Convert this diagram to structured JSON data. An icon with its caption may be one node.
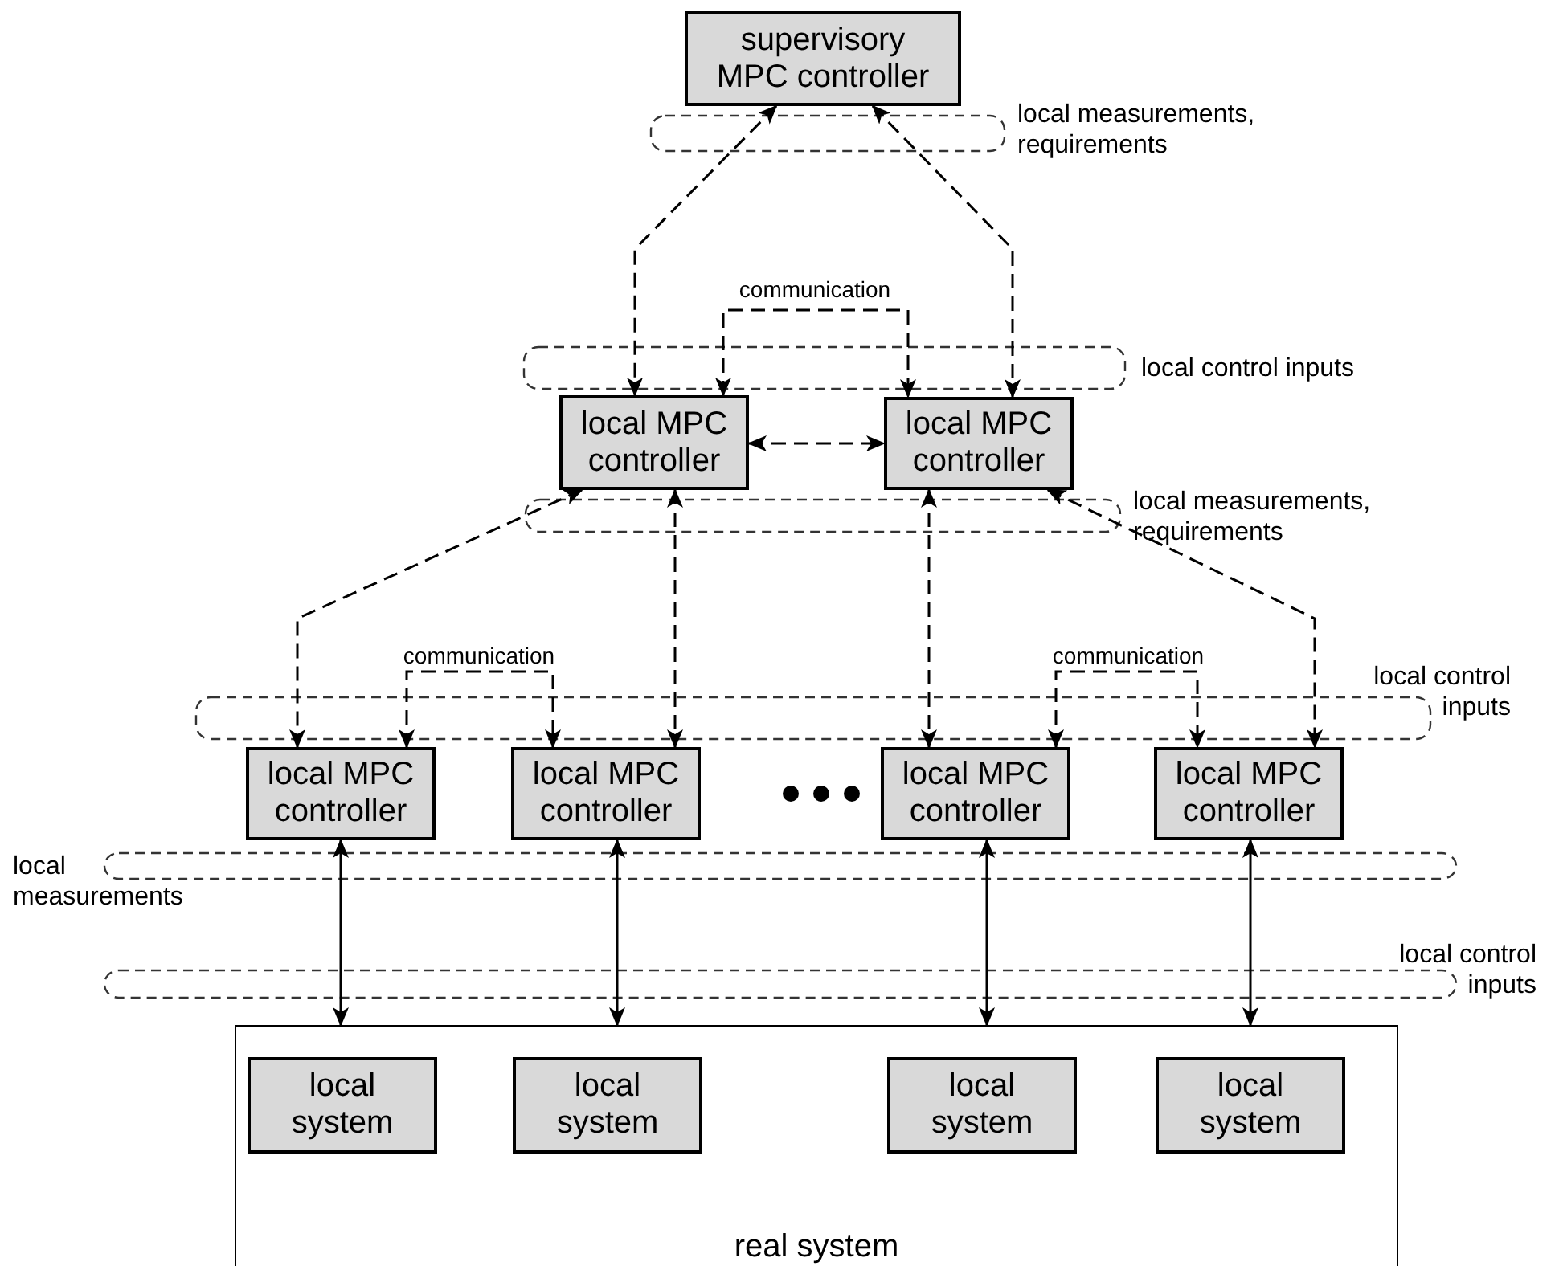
{
  "diagram": {
    "nodes": [
      {
        "text": [
          "supervisory MPC controller"
        ]
      },
      {
        "text": [
          "local MPC controller"
        ]
      },
      {
        "text": [
          "local MPC controller"
        ]
      },
      {
        "text": [
          "local MPC controller"
        ]
      },
      {
        "text": [
          "local MPC controller"
        ]
      },
      {
        "text": [
          "local MPC controller"
        ]
      },
      {
        "text": [
          "local MPC controller"
        ]
      },
      {
        "text": [
          "real system"
        ]
      },
      {
        "text": [
          "local system"
        ],
        "in": 7
      },
      {
        "text": [
          "local system"
        ],
        "in": 7
      },
      {
        "text": [
          "local system"
        ],
        "in": 7
      },
      {
        "text": [
          "local system"
        ],
        "in": 7
      }
    ],
    "edges": [
      {
        "from": 0,
        "to": 1,
        "arrow": "both",
        "style": "dashed"
      },
      {
        "from": 0,
        "to": 2,
        "arrow": "both",
        "style": "dashed"
      },
      {
        "from": 1,
        "to": 2,
        "arrow": "both",
        "style": "dashed",
        "label": "communication"
      },
      {
        "from": 1,
        "to": 2,
        "arrow": "both",
        "style": "dashed"
      },
      {
        "from": 1,
        "to": 3,
        "arrow": "both",
        "style": "dashed"
      },
      {
        "from": 1,
        "to": 4,
        "arrow": "both",
        "style": "dashed"
      },
      {
        "from": 2,
        "to": 5,
        "arrow": "both",
        "style": "dashed"
      },
      {
        "from": 2,
        "to": 6,
        "arrow": "both",
        "style": "dashed"
      },
      {
        "from": 3,
        "to": 4,
        "arrow": "both",
        "style": "dashed",
        "label": "communication"
      },
      {
        "from": 5,
        "to": 6,
        "arrow": "both",
        "style": "dashed",
        "label": "communication"
      },
      {
        "from": 3,
        "to": 7,
        "arrow": "both"
      },
      {
        "from": 4,
        "to": 7,
        "arrow": "both"
      },
      {
        "from": 5,
        "to": 7,
        "arrow": "both"
      },
      {
        "from": 6,
        "to": 7,
        "arrow": "both"
      }
    ],
    "labels": [
      "local measurements, requirements",
      "local control inputs",
      "local measurements, requirements",
      "local control inputs",
      "local measurements",
      "local control inputs"
    ]
  }
}
